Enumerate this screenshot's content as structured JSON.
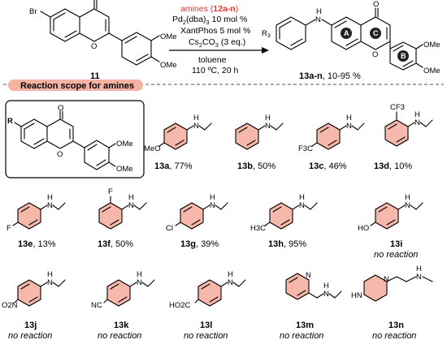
{
  "colors": {
    "accent": "#e8332b",
    "highlight": "#f6b8aa",
    "highlight_stroke": "#e76f5f",
    "banner": "#f4b2a3"
  },
  "reaction": {
    "reactant_label": "11",
    "reactant_atoms": {
      "br": "Br",
      "o_ketone": "O",
      "o_ring": "O",
      "ome1": "OMe",
      "ome2": "OMe"
    },
    "reagent_prefix": "amines (",
    "reagent_code": "12a-n",
    "reagent_suffix": ")",
    "conditions_above": [
      "Pd",
      "(dba)",
      " 10 mol %",
      "XantPhos 5 mol %",
      "Cs",
      "CO",
      " (3 eq.)"
    ],
    "subs": [
      "2",
      "3",
      "2",
      "3"
    ],
    "solvent": "toluene",
    "temperature_time": "110 ºC, 20 h",
    "product_atoms": {
      "r3": "R",
      "r3_sub": "3",
      "nh": "N",
      "h": "H",
      "o_ketone": "O",
      "o_ring": "O",
      "ome1": "OMe",
      "ome2": "OMe"
    },
    "ring_labels": [
      "A",
      "C",
      "B"
    ],
    "product_label": "13a-n",
    "product_yield": ", 10-95 %"
  },
  "scope": {
    "title": "Reaction scope for amines",
    "core_atoms": {
      "r": "R",
      "o_ketone": "O",
      "o_ring": "O",
      "ome1": "OMe",
      "ome2": "OMe"
    },
    "entries": [
      {
        "code": "13a",
        "result": ", 77%",
        "substituent": "MeO",
        "no_reaction": ""
      },
      {
        "code": "13b",
        "result": ", 50%",
        "substituent": "",
        "no_reaction": ""
      },
      {
        "code": "13c",
        "result": ", 46%",
        "substituent": "F3C",
        "no_reaction": ""
      },
      {
        "code": "13d",
        "result": ", 10%",
        "substituent": "CF3",
        "no_reaction": ""
      },
      {
        "code": "13e",
        "result": ", 13%",
        "substituent": "F",
        "no_reaction": ""
      },
      {
        "code": "13f",
        "result": ", 50%",
        "substituent": "F",
        "no_reaction": ""
      },
      {
        "code": "13g",
        "result": ", 39%",
        "substituent": "Cl",
        "no_reaction": ""
      },
      {
        "code": "13h",
        "result": ", 95%",
        "substituent": "H3C",
        "no_reaction": ""
      },
      {
        "code": "13i",
        "result": "",
        "substituent": "HO",
        "no_reaction": "no reaction"
      },
      {
        "code": "13j",
        "result": "",
        "substituent": "O2N",
        "no_reaction": "no reaction"
      },
      {
        "code": "13k",
        "result": "",
        "substituent": "NC",
        "no_reaction": "no reaction"
      },
      {
        "code": "13l",
        "result": "",
        "substituent": "HO2C",
        "no_reaction": "no reaction"
      },
      {
        "code": "13m",
        "result": "",
        "substituent": "N",
        "no_reaction": "no reaction"
      },
      {
        "code": "13n",
        "result": "",
        "substituent": "HN",
        "no_reaction": "no reaction"
      }
    ],
    "amine_atoms": {
      "n": "N",
      "h": "H",
      "n_pip": "N"
    }
  }
}
